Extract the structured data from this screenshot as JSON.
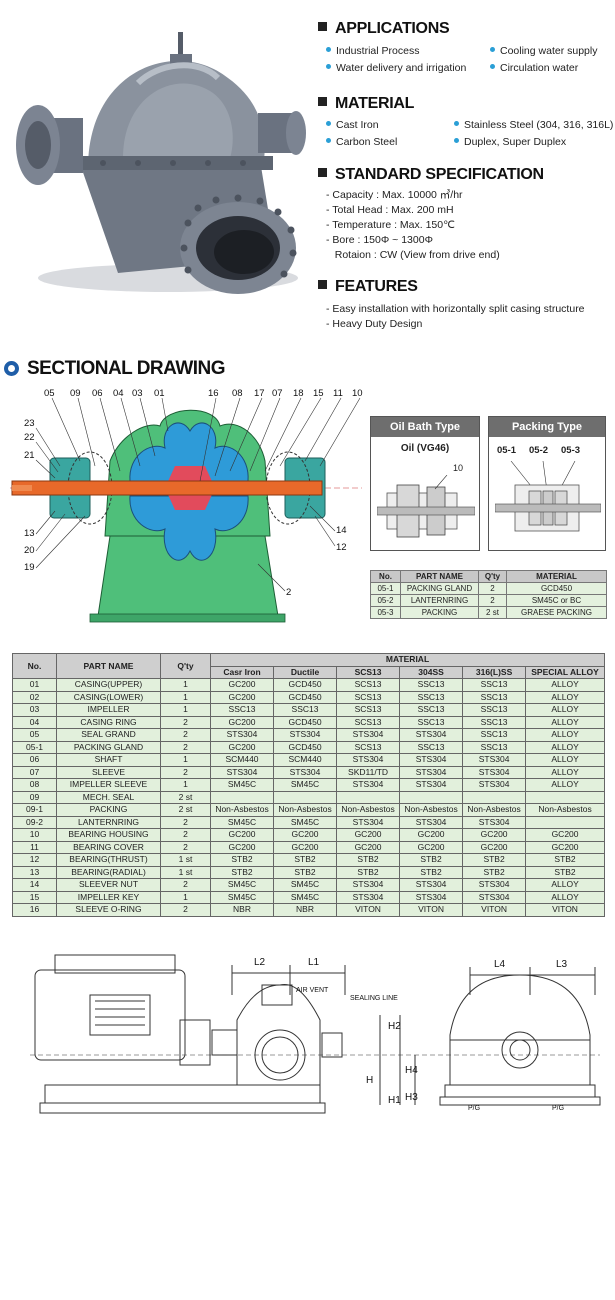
{
  "applications": {
    "heading": "APPLICATIONS",
    "items": [
      "Industrial Process",
      "Cooling water supply",
      "Water delivery and irrigation",
      "Circulation water"
    ]
  },
  "material": {
    "heading": "MATERIAL",
    "items": [
      "Cast Iron",
      "Stainless Steel (304, 316, 316L)",
      "Carbon Steel",
      "Duplex, Super Duplex"
    ]
  },
  "standard_spec": {
    "heading": "STANDARD SPECIFICATION",
    "lines": [
      "- Capacity : Max. 10000 ㎥/hr",
      "- Total Head : Max. 200 mH",
      "- Temperature : Max. 150℃",
      "- Bore : 150Φ ~ 1300Φ",
      "   Rotaion : CW (View from drive end)"
    ]
  },
  "features": {
    "heading": "FEATURES",
    "lines": [
      "- Easy installation with horizontally split casing structure",
      "- Heavy Duty Design"
    ]
  },
  "sectional": {
    "title": "SECTIONAL DRAWING",
    "callouts_top": [
      "05",
      "09",
      "06",
      "04",
      "03",
      "01",
      "16",
      "08",
      "17",
      "07",
      "18",
      "15",
      "11",
      "10"
    ],
    "callouts_left": [
      "23",
      "22",
      "21",
      "13",
      "20",
      "19"
    ],
    "callouts_right": [
      "14",
      "12"
    ],
    "callout_bottom": "2"
  },
  "oil_bath": {
    "title": "Oil Bath Type",
    "subtitle": "Oil (VG46)",
    "callout": "10"
  },
  "packing_type": {
    "title": "Packing Type",
    "callouts": [
      "05-1",
      "05-2",
      "05-3"
    ]
  },
  "small_table": {
    "headers": [
      "No.",
      "PART NAME",
      "Q'ty",
      "MATERIAL"
    ],
    "rows": [
      [
        "05-1",
        "PACKING GLAND",
        "2",
        "GCD450"
      ],
      [
        "05-2",
        "LANTERNRING",
        "2",
        "SM45C or BC"
      ],
      [
        "05-3",
        "PACKING",
        "2 st",
        "GRAESE PACKING"
      ]
    ]
  },
  "main_table": {
    "h_no": "No.",
    "h_part": "PART NAME",
    "h_qty": "Q'ty",
    "h_material": "MATERIAL",
    "materials": [
      "Casr Iron",
      "Ductile",
      "SCS13",
      "304SS",
      "316(L)SS",
      "SPECIAL ALLOY"
    ],
    "rows": [
      [
        "01",
        "CASING(UPPER)",
        "1",
        "GC200",
        "GCD450",
        "SCS13",
        "SSC13",
        "SSC13",
        "ALLOY"
      ],
      [
        "02",
        "CASING(LOWER)",
        "1",
        "GC200",
        "GCD450",
        "SCS13",
        "SSC13",
        "SSC13",
        "ALLOY"
      ],
      [
        "03",
        "IMPELLER",
        "1",
        "SSC13",
        "SSC13",
        "SCS13",
        "SSC13",
        "SSC13",
        "ALLOY"
      ],
      [
        "04",
        "CASING RING",
        "2",
        "GC200",
        "GCD450",
        "SCS13",
        "SSC13",
        "SSC13",
        "ALLOY"
      ],
      [
        "05",
        "SEAL GRAND",
        "2",
        "STS304",
        "STS304",
        "STS304",
        "STS304",
        "SSC13",
        "ALLOY"
      ],
      [
        "05-1",
        "PACKING GLAND",
        "2",
        "GC200",
        "GCD450",
        "SCS13",
        "SSC13",
        "SSC13",
        "ALLOY"
      ],
      [
        "06",
        "SHAFT",
        "1",
        "SCM440",
        "SCM440",
        "STS304",
        "STS304",
        "STS304",
        "ALLOY"
      ],
      [
        "07",
        "SLEEVE",
        "2",
        "STS304",
        "STS304",
        "SKD11/TD",
        "STS304",
        "STS304",
        "ALLOY"
      ],
      [
        "08",
        "IMPELLER SLEEVE",
        "1",
        "SM45C",
        "SM45C",
        "STS304",
        "STS304",
        "STS304",
        "ALLOY"
      ],
      [
        "09",
        "MECH. SEAL",
        "2 st",
        "",
        "",
        "",
        "",
        "",
        ""
      ],
      [
        "09-1",
        "PACKING",
        "2 st",
        "Non-Asbestos",
        "Non-Asbestos",
        "Non-Asbestos",
        "Non-Asbestos",
        "Non-Asbestos",
        "Non-Asbestos"
      ],
      [
        "09-2",
        "LANTERNRING",
        "2",
        "SM45C",
        "SM45C",
        "STS304",
        "STS304",
        "STS304",
        ""
      ],
      [
        "10",
        "BEARING HOUSING",
        "2",
        "GC200",
        "GC200",
        "GC200",
        "GC200",
        "GC200",
        "GC200"
      ],
      [
        "11",
        "BEARING COVER",
        "2",
        "GC200",
        "GC200",
        "GC200",
        "GC200",
        "GC200",
        "GC200"
      ],
      [
        "12",
        "BEARING(THRUST)",
        "1 st",
        "STB2",
        "STB2",
        "STB2",
        "STB2",
        "STB2",
        "STB2"
      ],
      [
        "13",
        "BEARING(RADIAL)",
        "1 st",
        "STB2",
        "STB2",
        "STB2",
        "STB2",
        "STB2",
        "STB2"
      ],
      [
        "14",
        "SLEEVER NUT",
        "2",
        "SM45C",
        "SM45C",
        "STS304",
        "STS304",
        "STS304",
        "ALLOY"
      ],
      [
        "15",
        "IMPELLER KEY",
        "1",
        "SM45C",
        "SM45C",
        "STS304",
        "STS304",
        "STS304",
        "ALLOY"
      ],
      [
        "16",
        "SLEEVE O-RING",
        "2",
        "NBR",
        "NBR",
        "VITON",
        "VITON",
        "VITON",
        "VITON"
      ]
    ]
  },
  "outline": {
    "dims": [
      "L2",
      "L1",
      "L4",
      "L3",
      "H2",
      "H",
      "H1",
      "H4",
      "H3"
    ],
    "air_vent": "AIR VENT",
    "sealing_line": "SEALING LINE",
    "pg": "P/G"
  },
  "colors": {
    "accent_blue": "#1f5ea8",
    "bullet_blue": "#2a9fd6",
    "casing_green": "#4fbf7a",
    "impeller_blue": "#2e9bd8",
    "shaft_orange": "#e8692a",
    "table_green": "#e2f0dc"
  }
}
